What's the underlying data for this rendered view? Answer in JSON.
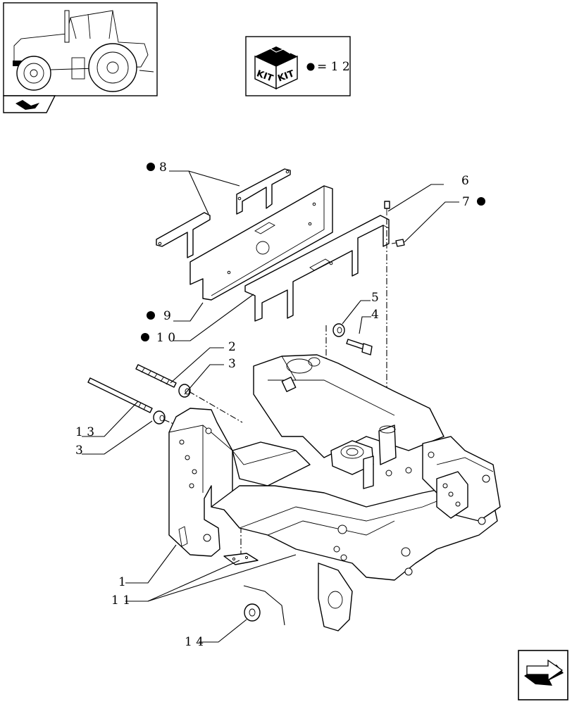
{
  "kit_box": {
    "kit_labels": [
      "KIT",
      "KIT"
    ],
    "marker_text": "= 1 2"
  },
  "callouts": [
    {
      "id": "c1",
      "text": "1",
      "bullet": false
    },
    {
      "id": "c2",
      "text": "2",
      "bullet": false
    },
    {
      "id": "c3a",
      "text": "3",
      "bullet": false
    },
    {
      "id": "c3b",
      "text": "3",
      "bullet": false
    },
    {
      "id": "c4",
      "text": "4",
      "bullet": false
    },
    {
      "id": "c5",
      "text": "5",
      "bullet": false
    },
    {
      "id": "c6",
      "text": "6",
      "bullet": false
    },
    {
      "id": "c7",
      "text": "7",
      "bullet": true
    },
    {
      "id": "c8",
      "text": "8",
      "bullet": true
    },
    {
      "id": "c9",
      "text": "9",
      "bullet": true
    },
    {
      "id": "c10",
      "text": "1 0",
      "bullet": true
    },
    {
      "id": "c11",
      "text": "1 1",
      "bullet": false
    },
    {
      "id": "c13",
      "text": "1 3",
      "bullet": false
    },
    {
      "id": "c14",
      "text": "1 4",
      "bullet": false
    }
  ],
  "icons": {
    "thumbnail": "tractor-thumbnail-icon",
    "section": "section-indicator-icon",
    "kit": "kit-box-icon",
    "next": "next-page-arrow-icon"
  },
  "colors": {
    "line": "#000000",
    "background": "#ffffff"
  }
}
